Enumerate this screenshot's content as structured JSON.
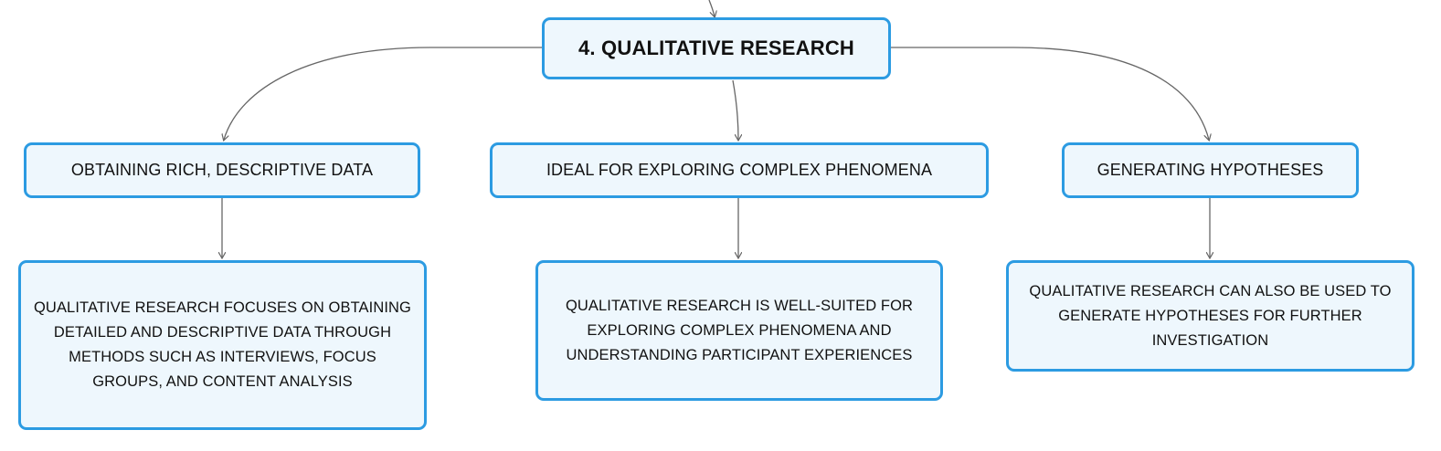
{
  "diagram": {
    "root": {
      "title": "4. QUALITATIVE RESEARCH"
    },
    "branches": [
      {
        "label": "OBTAINING RICH, DESCRIPTIVE DATA",
        "detail": "QUALITATIVE RESEARCH FOCUSES ON OBTAINING DETAILED AND DESCRIPTIVE DATA THROUGH METHODS SUCH AS INTERVIEWS, FOCUS GROUPS, AND CONTENT ANALYSIS"
      },
      {
        "label": "IDEAL FOR EXPLORING COMPLEX PHENOMENA",
        "detail": "QUALITATIVE RESEARCH IS WELL-SUITED FOR EXPLORING COMPLEX PHENOMENA AND UNDERSTANDING PARTICIPANT EXPERIENCES"
      },
      {
        "label": "GENERATING HYPOTHESES",
        "detail": "QUALITATIVE RESEARCH CAN ALSO BE USED TO GENERATE HYPOTHESES FOR FURTHER INVESTIGATION"
      }
    ],
    "colors": {
      "node_border": "#2c9be2",
      "node_fill": "#eef7fd",
      "connector": "#666666",
      "text": "#111111"
    }
  }
}
